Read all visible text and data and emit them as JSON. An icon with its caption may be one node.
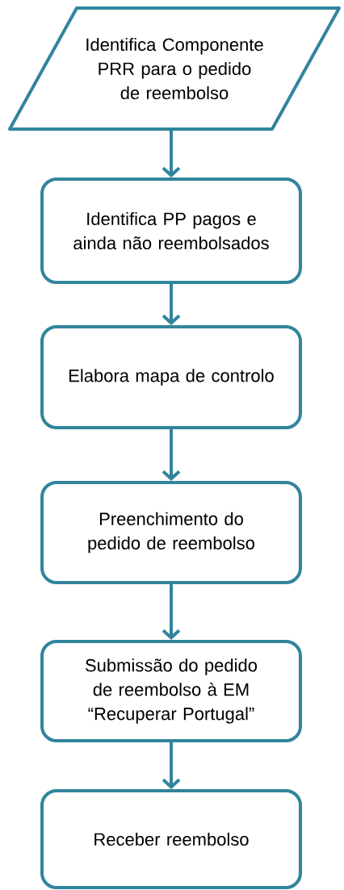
{
  "diagram": {
    "nodes": [
      {
        "text": [
          "Identifica Componente PRR para o pedido de reembolso"
        ]
      },
      {
        "text": [
          "Identifica PP pagos e ainda não reembolsados"
        ]
      },
      {
        "text": [
          "Elabora mapa de controlo"
        ]
      },
      {
        "text": [
          "Preenchimento do pedido de reembolso"
        ]
      },
      {
        "text": [
          "Submissão do pedido de reembolso à EM “Recuperar Portugal”"
        ]
      },
      {
        "text": [
          "Receber reembolso"
        ]
      }
    ],
    "edges": [
      {
        "from": 0,
        "to": 1,
        "arrow": "to"
      },
      {
        "from": 1,
        "to": 2,
        "arrow": "to"
      },
      {
        "from": 2,
        "to": 3,
        "arrow": "to"
      },
      {
        "from": 3,
        "to": 4,
        "arrow": "to"
      },
      {
        "from": 4,
        "to": 5,
        "arrow": "to"
      }
    ]
  }
}
